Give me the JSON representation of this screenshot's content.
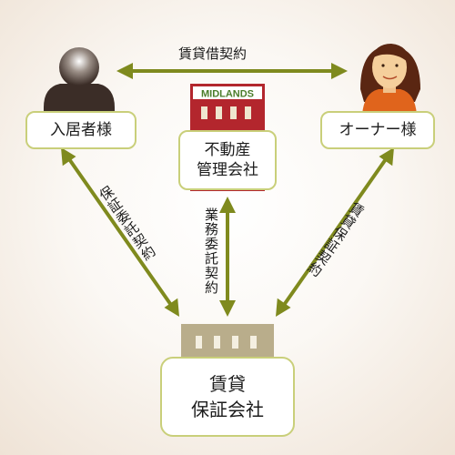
{
  "nodes": {
    "tenant": "入居者様",
    "owner": "オーナー様",
    "mgmt_line1": "不動産",
    "mgmt_line2": "管理会社",
    "guarantor_line1": "賃貸",
    "guarantor_line2": "保証会社"
  },
  "edges": {
    "lease": "賃貸借契約",
    "guarantee_consign": "保証委託契約",
    "business_consign": "業務委託契約",
    "rent_guarantee": "賃貸保証契約"
  },
  "logo_text": "MIDLANDS",
  "colors": {
    "arrow": "#7f8a1e",
    "box_border": "#c9cf7a",
    "building_red": "#b3262d",
    "guarantor_building": "#b9ad8b"
  },
  "icons": [
    "person-silhouette-icon",
    "woman-avatar-icon",
    "office-building-icon",
    "guarantor-building-icon"
  ]
}
